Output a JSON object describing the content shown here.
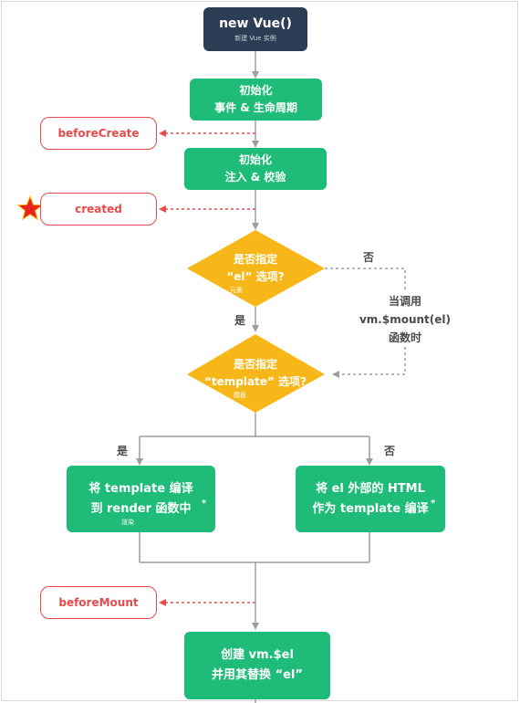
{
  "colors": {
    "process": "#1ebc78",
    "start": "#2c3e55",
    "decision": "#f8b719",
    "hook": "#e64b4b",
    "connector": "#9e9e9e"
  },
  "start": {
    "title": "new Vue()",
    "subtitle": "新建 Vue 实例"
  },
  "init_events": {
    "line1": "初始化",
    "line2": "事件 & 生命周期"
  },
  "init_injections": {
    "line1": "初始化",
    "line2": "注入 & 校验"
  },
  "hooks": {
    "before_create": "beforeCreate",
    "created": "created",
    "before_mount": "beforeMount"
  },
  "decision_el": {
    "line1": "是否指定",
    "line2": "“el” 选项?",
    "note": "元素"
  },
  "decision_template": {
    "line1": "是否指定",
    "line2": "“template” 选项?",
    "note": "模板"
  },
  "edges": {
    "yes": "是",
    "no": "否"
  },
  "side_note": {
    "line1": "当调用",
    "line2": "vm.$mount(el)",
    "line3": "函数时"
  },
  "compile_template": {
    "line1": "将 template 编译",
    "line2": "到 render 函数中",
    "note": "渲染",
    "mark": "*"
  },
  "compile_outer": {
    "line1": "将 el 外部的 HTML",
    "line2": "作为 template 编译",
    "mark": "*"
  },
  "create_el": {
    "line1": "创建  vm.$el",
    "line2": "并用其替换 “el”"
  },
  "marker": {
    "icon": "star-icon",
    "color": "#e8231f"
  }
}
